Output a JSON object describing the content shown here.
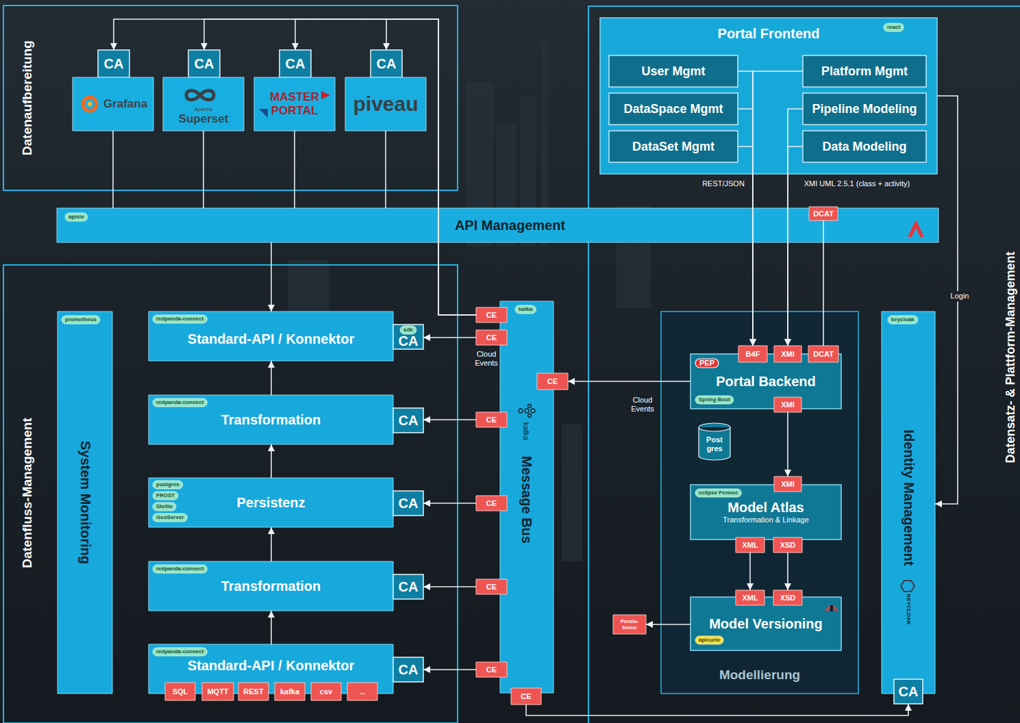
{
  "diagram": {
    "nodes": [
      {
        "text": [
          "Datenaufbereitung"
        ]
      },
      {
        "text": [
          "CA"
        ],
        "in": 0
      },
      {
        "text": [
          "Grafana"
        ],
        "in": 0
      },
      {
        "text": [
          "CA"
        ],
        "in": 0
      },
      {
        "text": [
          "Apache",
          "Superset"
        ],
        "in": 0
      },
      {
        "text": [
          "CA"
        ],
        "in": 0
      },
      {
        "text": [
          "MASTER PORTAL"
        ],
        "in": 0
      },
      {
        "text": [
          "CA"
        ],
        "in": 0
      },
      {
        "text": [
          "piveau"
        ],
        "in": 0
      },
      {
        "text": [
          "Datensatz- & Plattform-Management"
        ]
      },
      {
        "text": [
          "Portal Frontend"
        ],
        "in": 9
      },
      {
        "text": [
          "react"
        ],
        "in": 10
      },
      {
        "text": [
          "User Mgmt"
        ],
        "in": 10
      },
      {
        "text": [
          "Platform Mgmt"
        ],
        "in": 10
      },
      {
        "text": [
          "DataSpace Mgmt"
        ],
        "in": 10
      },
      {
        "text": [
          "Pipeline Modeling"
        ],
        "in": 10
      },
      {
        "text": [
          "DataSet Mgmt"
        ],
        "in": 10
      },
      {
        "text": [
          "Data Modeling"
        ],
        "in": 10
      },
      {
        "text": [
          "API Management"
        ]
      },
      {
        "text": [
          "apisix"
        ],
        "in": 18
      },
      {
        "text": [
          "DCAT"
        ],
        "in": 18
      },
      {
        "text": [
          "Datenfluss-Management"
        ]
      },
      {
        "text": [
          "System Monitoring"
        ],
        "in": 21
      },
      {
        "text": [
          "prometheus"
        ],
        "in": 22
      },
      {
        "text": [
          "Standard-API / Konnektor"
        ],
        "in": 21
      },
      {
        "text": [
          "redpanda-connect"
        ],
        "in": 24
      },
      {
        "text": [
          "CA"
        ],
        "in": 21
      },
      {
        "text": [
          "sdk"
        ],
        "in": 26
      },
      {
        "text": [
          "Transformation"
        ],
        "in": 21
      },
      {
        "text": [
          "redpanda-connect"
        ],
        "in": 28
      },
      {
        "text": [
          "CA"
        ],
        "in": 21
      },
      {
        "text": [
          "Persistenz"
        ],
        "in": 21
      },
      {
        "text": [
          "postgres"
        ],
        "in": 31
      },
      {
        "text": [
          "FROST"
        ],
        "in": 31
      },
      {
        "text": [
          "Stellio"
        ],
        "in": 31
      },
      {
        "text": [
          "GeoServer"
        ],
        "in": 31
      },
      {
        "text": [
          "CA"
        ],
        "in": 21
      },
      {
        "text": [
          "Transformation"
        ],
        "in": 21
      },
      {
        "text": [
          "redpanda-connect"
        ],
        "in": 37
      },
      {
        "text": [
          "CA"
        ],
        "in": 21
      },
      {
        "text": [
          "Standard-API / Konnektor"
        ],
        "in": 21
      },
      {
        "text": [
          "redpanda-connect"
        ],
        "in": 40
      },
      {
        "text": [
          "SQL"
        ],
        "in": 40
      },
      {
        "text": [
          "MQTT"
        ],
        "in": 40
      },
      {
        "text": [
          "REST"
        ],
        "in": 40
      },
      {
        "text": [
          "kafka"
        ],
        "in": 40
      },
      {
        "text": [
          "csv"
        ],
        "in": 40
      },
      {
        "text": [
          "..."
        ],
        "in": 40
      },
      {
        "text": [
          "CA"
        ],
        "in": 21
      },
      {
        "text": [
          "kafka",
          "Message Bus"
        ]
      },
      {
        "text": [
          "kafka"
        ],
        "in": 49
      },
      {
        "text": [
          "CE"
        ]
      },
      {
        "text": [
          "CE"
        ]
      },
      {
        "text": [
          "CE"
        ]
      },
      {
        "text": [
          "CE"
        ]
      },
      {
        "text": [
          "CE"
        ]
      },
      {
        "text": [
          "CE"
        ]
      },
      {
        "text": [
          "CE"
        ]
      },
      {
        "text": [
          "CE"
        ]
      },
      {
        "text": [
          "Modellierung"
        ],
        "in": 9
      },
      {
        "text": [
          "Portal Backend"
        ],
        "in": 59
      },
      {
        "text": [
          "PEP"
        ],
        "in": 60
      },
      {
        "text": [
          "Spring Boot"
        ],
        "in": 60
      },
      {
        "text": [
          "B4F"
        ],
        "in": 59
      },
      {
        "text": [
          "XMI"
        ],
        "in": 59
      },
      {
        "text": [
          "DCAT"
        ],
        "in": 59
      },
      {
        "text": [
          "XMI"
        ],
        "in": 59
      },
      {
        "text": [
          "Post gres"
        ],
        "in": 59
      },
      {
        "text": [
          "Model Atlas",
          "Transformation & Linkage"
        ],
        "in": 59
      },
      {
        "text": [
          "eclipse Fennec"
        ],
        "in": 68
      },
      {
        "text": [
          "XMI"
        ],
        "in": 59
      },
      {
        "text": [
          "XML"
        ],
        "in": 59
      },
      {
        "text": [
          "XSD"
        ],
        "in": 59
      },
      {
        "text": [
          "Model Versioning"
        ],
        "in": 59
      },
      {
        "text": [
          "apicurio"
        ],
        "in": 73
      },
      {
        "text": [
          "XML"
        ],
        "in": 59
      },
      {
        "text": [
          "XSD"
        ],
        "in": 59
      },
      {
        "text": [
          "Persis- tence"
        ],
        "in": 9
      },
      {
        "text": [
          "Identity Management",
          "KEYCLOAK"
        ],
        "in": 9
      },
      {
        "text": [
          "keycloak"
        ],
        "in": 78
      },
      {
        "text": [
          "CA"
        ],
        "in": 78
      }
    ],
    "edges": [
      {
        "from": 51,
        "to": 1,
        "arrow": "to"
      },
      {
        "from": 51,
        "to": 3,
        "arrow": "to"
      },
      {
        "from": 51,
        "to": 5,
        "arrow": "to"
      },
      {
        "from": 51,
        "to": 7,
        "arrow": "to"
      },
      {
        "from": 2,
        "to": 18,
        "arrow": "none"
      },
      {
        "from": 4,
        "to": 18,
        "arrow": "none"
      },
      {
        "from": 6,
        "to": 18,
        "arrow": "none"
      },
      {
        "from": 8,
        "to": 18,
        "arrow": "none"
      },
      {
        "from": 18,
        "to": 24,
        "arrow": "to"
      },
      {
        "from": 52,
        "to": 26,
        "arrow": "to"
      },
      {
        "from": 54,
        "to": 30,
        "arrow": "to"
      },
      {
        "from": 55,
        "to": 36,
        "arrow": "to"
      },
      {
        "from": 56,
        "to": 39,
        "arrow": "to"
      },
      {
        "from": 57,
        "to": 48,
        "arrow": "to"
      },
      {
        "from": 40,
        "to": 37,
        "arrow": "to"
      },
      {
        "from": 37,
        "to": 31,
        "arrow": "to"
      },
      {
        "from": 31,
        "to": 28,
        "arrow": "to"
      },
      {
        "from": 28,
        "to": 24,
        "arrow": "to"
      },
      {
        "from": 12,
        "to": 63,
        "arrow": "to"
      },
      {
        "from": 13,
        "to": 63,
        "arrow": "to"
      },
      {
        "from": 14,
        "to": 63,
        "arrow": "to"
      },
      {
        "from": 16,
        "to": 63,
        "label": "REST/JSON",
        "arrow": "to"
      },
      {
        "from": 15,
        "to": 64,
        "arrow": "to"
      },
      {
        "from": 17,
        "to": 64,
        "label": "XMI UML 2.5.1 (class + activity)",
        "arrow": "to"
      },
      {
        "from": 20,
        "to": 65,
        "arrow": "none"
      },
      {
        "from": 60,
        "to": 53,
        "label": "Cloud Events",
        "arrow": "to"
      },
      {
        "from": 66,
        "to": 70,
        "arrow": "to"
      },
      {
        "from": 71,
        "to": 75,
        "arrow": "to"
      },
      {
        "from": 72,
        "to": 76,
        "arrow": "to"
      },
      {
        "from": 73,
        "to": 77,
        "arrow": "to"
      },
      {
        "from": 10,
        "to": 78,
        "label": "Login",
        "arrow": "to"
      },
      {
        "from": 58,
        "to": 80,
        "arrow": "to"
      }
    ],
    "labels": [
      "Cloud Events"
    ]
  }
}
